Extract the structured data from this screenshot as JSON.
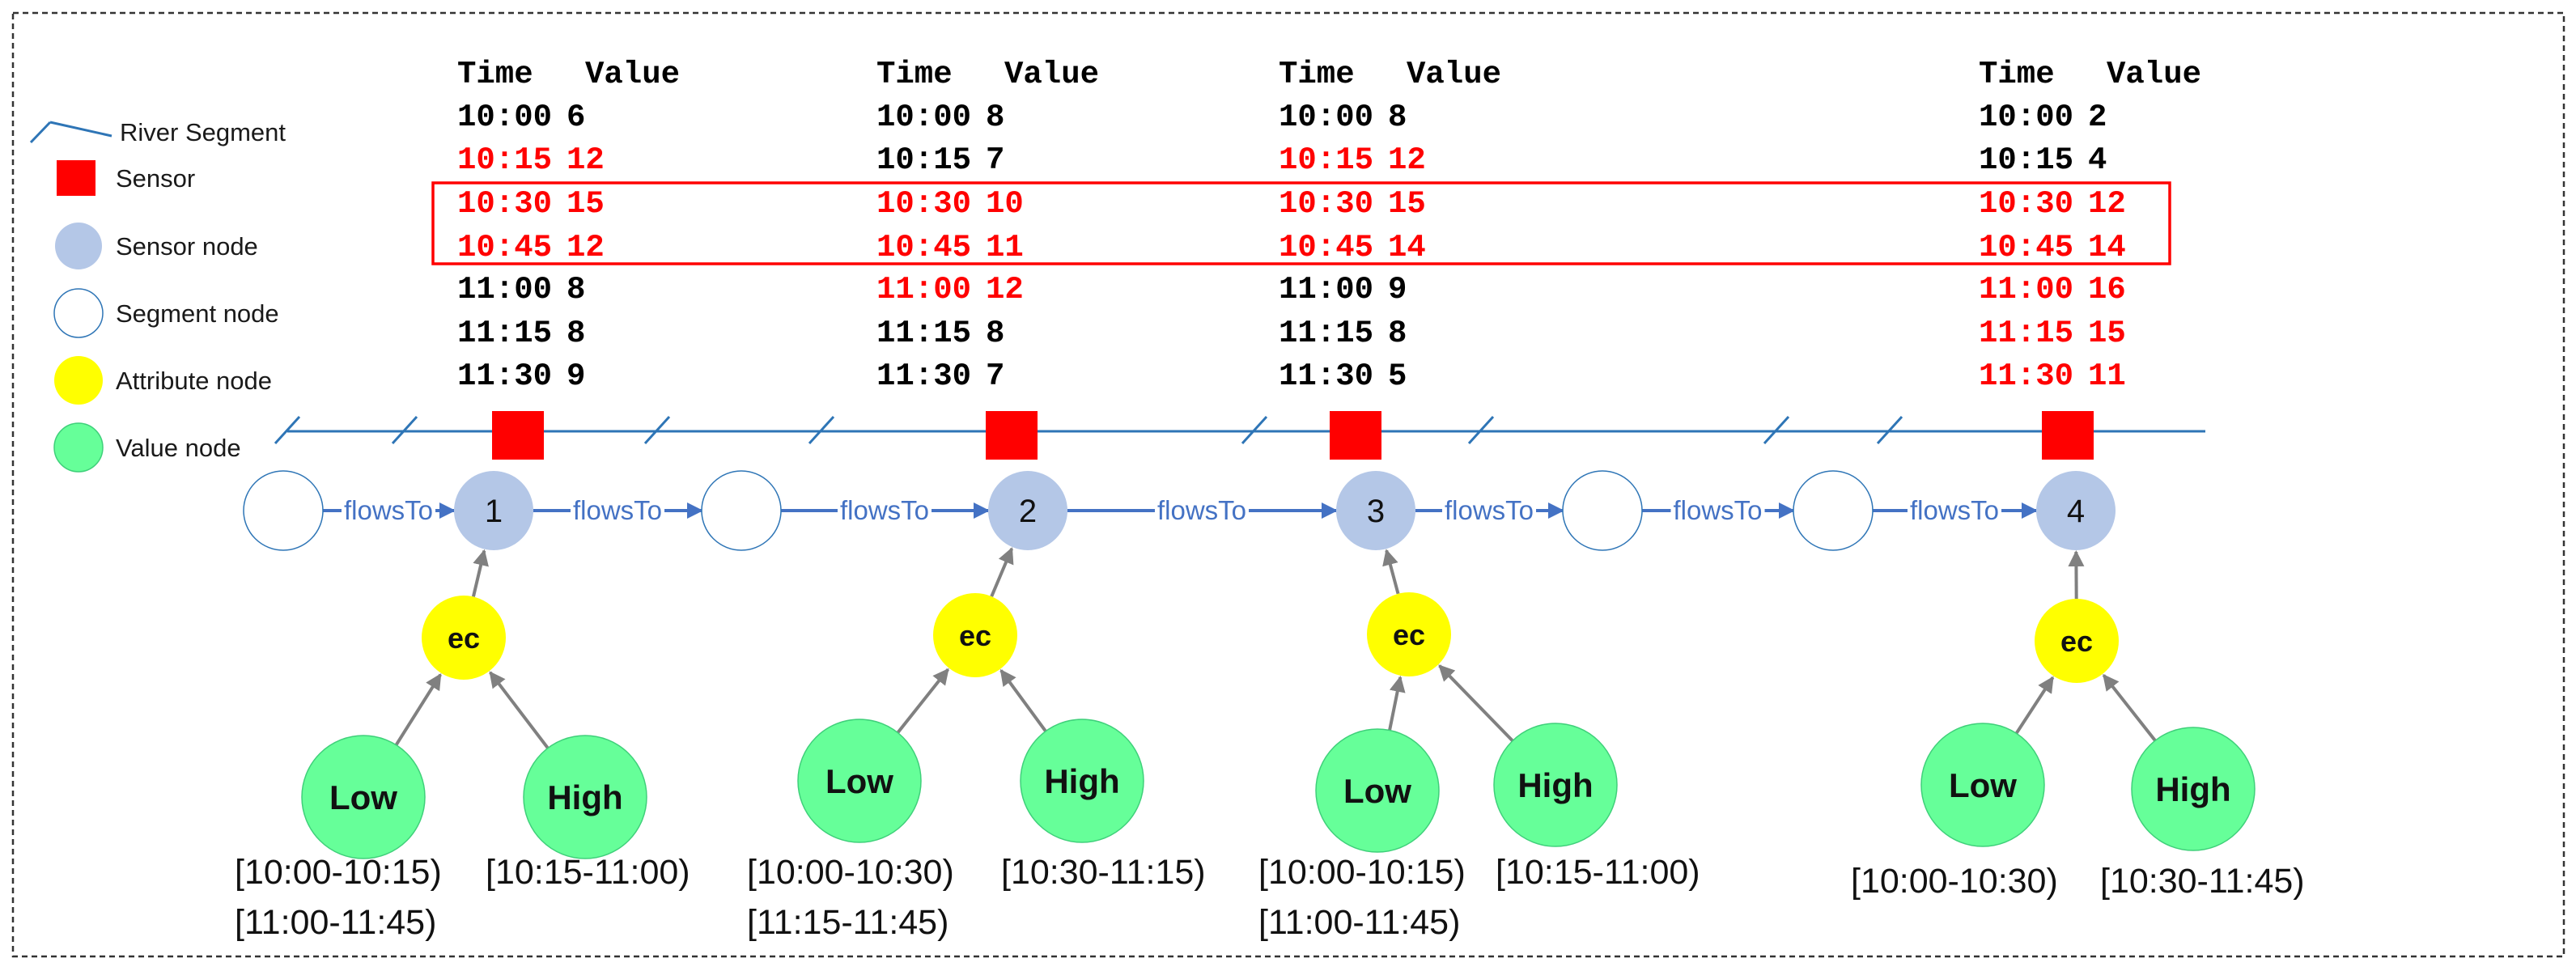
{
  "legend": [
    {
      "label": "River Segment",
      "icon": "river-segment-icon"
    },
    {
      "label": "Sensor",
      "icon": "sensor-icon"
    },
    {
      "label": "Sensor node",
      "icon": "sensor-node-icon"
    },
    {
      "label": "Segment node",
      "icon": "segment-node-icon"
    },
    {
      "label": "Attribute node",
      "icon": "attribute-node-icon"
    },
    {
      "label": "Value node",
      "icon": "value-node-icon"
    }
  ],
  "colors": {
    "river": "#2e75b6",
    "sensor": "#ff0000",
    "sensor_node": "#b4c7e7",
    "segment_node_stroke": "#2e75b6",
    "attribute_node": "#ffff00",
    "value_node": "#66ff99",
    "flow_edge": "#4472c4",
    "attribute_edge": "#808080",
    "highlight": "#ff0000",
    "text": "#111111"
  },
  "edge_label": "flowsTo",
  "tables": [
    {
      "header": {
        "time": "Time",
        "value": "Value"
      },
      "rows": [
        {
          "time": "10:00",
          "value": "6",
          "red": false
        },
        {
          "time": "10:15",
          "value": "12",
          "red": true
        },
        {
          "time": "10:30",
          "value": "15",
          "red": true
        },
        {
          "time": "10:45",
          "value": "12",
          "red": true
        },
        {
          "time": "11:00",
          "value": "8",
          "red": false
        },
        {
          "time": "11:15",
          "value": "8",
          "red": false
        },
        {
          "time": "11:30",
          "value": "9",
          "red": false
        }
      ]
    },
    {
      "header": {
        "time": "Time",
        "value": "Value"
      },
      "rows": [
        {
          "time": "10:00",
          "value": "8",
          "red": false
        },
        {
          "time": "10:15",
          "value": "7",
          "red": false
        },
        {
          "time": "10:30",
          "value": "10",
          "red": true
        },
        {
          "time": "10:45",
          "value": "11",
          "red": true
        },
        {
          "time": "11:00",
          "value": "12",
          "red": true
        },
        {
          "time": "11:15",
          "value": "8",
          "red": false
        },
        {
          "time": "11:30",
          "value": "7",
          "red": false
        }
      ]
    },
    {
      "header": {
        "time": "Time",
        "value": "Value"
      },
      "rows": [
        {
          "time": "10:00",
          "value": "8",
          "red": false
        },
        {
          "time": "10:15",
          "value": "12",
          "red": true
        },
        {
          "time": "10:30",
          "value": "15",
          "red": true
        },
        {
          "time": "10:45",
          "value": "14",
          "red": true
        },
        {
          "time": "11:00",
          "value": "9",
          "red": false
        },
        {
          "time": "11:15",
          "value": "8",
          "red": false
        },
        {
          "time": "11:30",
          "value": "5",
          "red": false
        }
      ]
    },
    {
      "header": {
        "time": "Time",
        "value": "Value"
      },
      "rows": [
        {
          "time": "10:00",
          "value": "2",
          "red": false
        },
        {
          "time": "10:15",
          "value": "4",
          "red": false
        },
        {
          "time": "10:30",
          "value": "12",
          "red": true
        },
        {
          "time": "10:45",
          "value": "14",
          "red": true
        },
        {
          "time": "11:00",
          "value": "16",
          "red": true
        },
        {
          "time": "11:15",
          "value": "15",
          "red": true
        },
        {
          "time": "11:30",
          "value": "11",
          "red": true
        }
      ]
    }
  ],
  "sensor_nodes": [
    "1",
    "2",
    "3",
    "4"
  ],
  "attribute_label": "ec",
  "value_nodes": {
    "low": "Low",
    "high": "High"
  },
  "ranges": [
    {
      "low": [
        "[10:00-10:15)",
        "[11:00-11:45)"
      ],
      "high": [
        "[10:15-11:00)"
      ]
    },
    {
      "low": [
        "[10:00-10:30)",
        "[11:15-11:45)"
      ],
      "high": [
        "[10:30-11:15)"
      ]
    },
    {
      "low": [
        "[10:00-10:15)",
        "[11:00-11:45)"
      ],
      "high": [
        "[10:15-11:00)"
      ]
    },
    {
      "low": [
        "[10:00-10:30)"
      ],
      "high": [
        "[10:30-11:45)"
      ]
    }
  ]
}
